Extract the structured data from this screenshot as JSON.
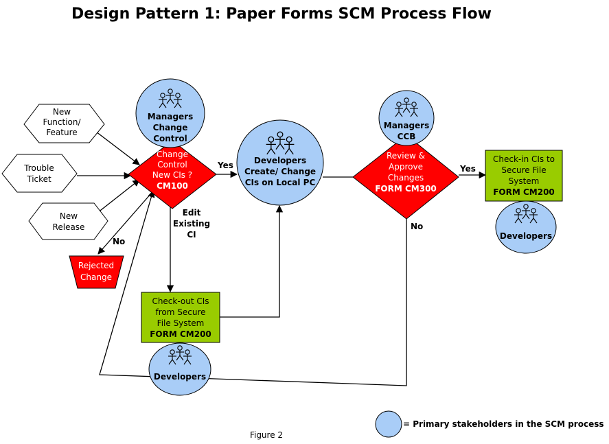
{
  "title": "Design Pattern 1: Paper Forms SCM Process Flow",
  "colors": {
    "stakeholder": "#a9cdf7",
    "decision": "#ff0000",
    "process": "#99cc00",
    "input": "#ffffff"
  },
  "icons": [
    "stick-figure-group-icon"
  ],
  "inputs": [
    {
      "lines": [
        "New",
        "Function/",
        "Feature"
      ]
    },
    {
      "lines": [
        "Trouble",
        "Ticket"
      ]
    },
    {
      "lines": [
        "New",
        "Release"
      ]
    }
  ],
  "rejected": {
    "lines": [
      "Rejected",
      "Change"
    ]
  },
  "decision1": {
    "lines": [
      "Change",
      "Control",
      "New CIs ?"
    ],
    "form": "CM100"
  },
  "decision2": {
    "lines": [
      "Review &",
      "Approve",
      "Changes"
    ],
    "form": "FORM CM300"
  },
  "stakeholders": {
    "managers_cc": [
      "Managers",
      "Change",
      "Control"
    ],
    "developers_center": [
      "Developers",
      "Create/ Change",
      "CIs on Local PC"
    ],
    "managers_ccb": [
      "Managers",
      "CCB"
    ],
    "developers_checkout": [
      "Developers"
    ],
    "developers_checkin": [
      "Developers"
    ]
  },
  "checkout": {
    "lines": [
      "Check-out CIs",
      "from Secure",
      "File System"
    ],
    "form": "FORM CM200"
  },
  "checkin": {
    "lines": [
      "Check-in CIs to",
      "Secure File",
      "System"
    ],
    "form": "FORM CM200"
  },
  "labels": {
    "yes1": "Yes",
    "yes2": "Yes",
    "no1": "No",
    "no2": "No",
    "edit": [
      "Edit",
      "Existing",
      "CI"
    ]
  },
  "legend": "= Primary stakeholders in the SCM process",
  "caption": "Figure 2"
}
